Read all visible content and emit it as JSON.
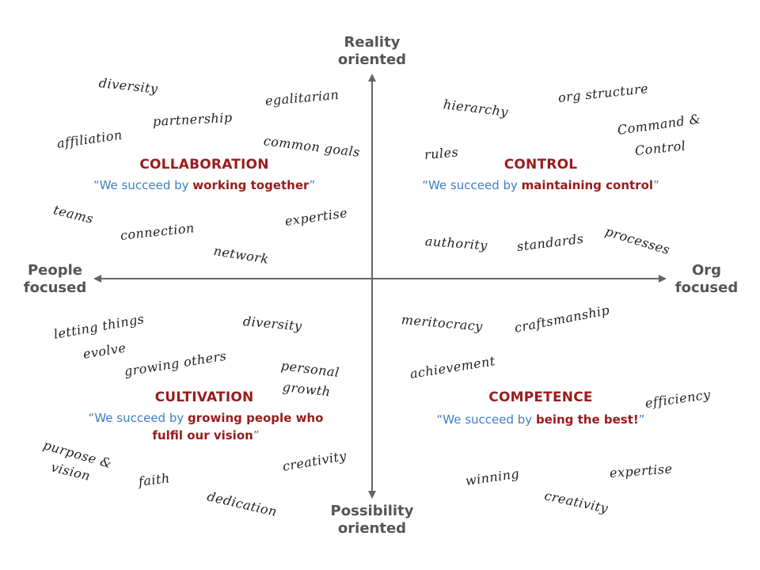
{
  "axes": {
    "top": [
      "Reality",
      "oriented"
    ],
    "bottom": [
      "Possibility",
      "oriented"
    ],
    "left": [
      "People",
      "focused"
    ],
    "right": [
      "Org",
      "focused"
    ]
  },
  "quadrants": {
    "collaboration": {
      "title": "COLLABORATION",
      "motto_lead": "We succeed by ",
      "motto_key": "working together"
    },
    "control": {
      "title": "CONTROL",
      "motto_lead": "We succeed by ",
      "motto_key": "maintaining control"
    },
    "cultivation": {
      "title": "CULTIVATION",
      "motto_lead": "We succeed by ",
      "motto_key": "growing people who fulfil our vision"
    },
    "competence": {
      "title": "COMPETENCE",
      "motto_lead": "We succeed by ",
      "motto_key": "being the best!"
    }
  },
  "words": {
    "collaboration": [
      "diversity",
      "egalitarian",
      "partnership",
      "affiliation",
      "common goals",
      "teams",
      "expertise",
      "connection",
      "network"
    ],
    "control": [
      "hierarchy",
      "org structure",
      "Command &",
      "Control",
      "rules",
      "processes",
      "authority",
      "standards"
    ],
    "cultivation": [
      "letting things",
      "evolve",
      "diversity",
      "growing others",
      "personal",
      "growth",
      "purpose &",
      "vision",
      "faith",
      "dedication",
      "creativity"
    ],
    "competence": [
      "meritocracy",
      "craftsmanship",
      "achievement",
      "efficiency",
      "winning",
      "expertise",
      "creativity"
    ]
  },
  "colors": {
    "axis": "#666666",
    "title": "#9a1b1b",
    "motto": "#3f7fc4",
    "ink": "#222222"
  }
}
